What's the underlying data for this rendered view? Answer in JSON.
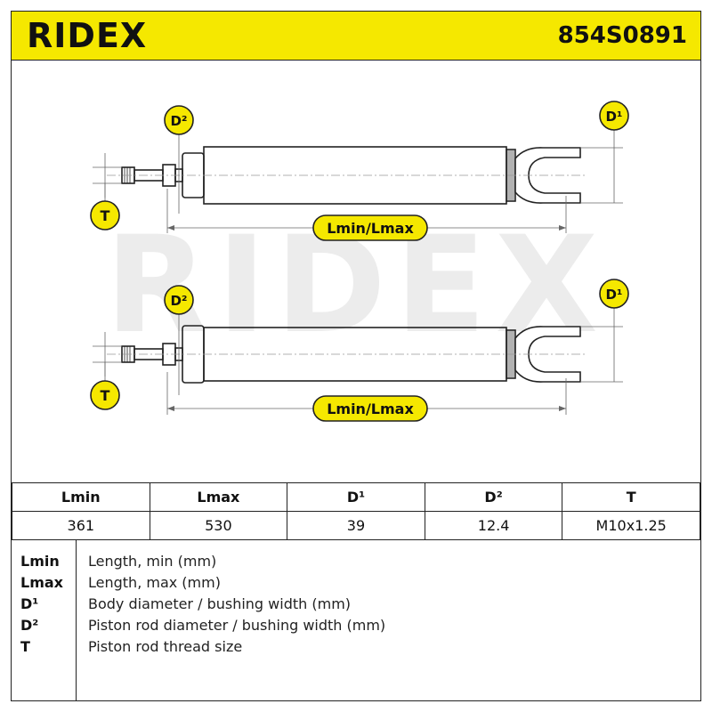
{
  "header": {
    "brand": "RIDEX",
    "part_number": "854S0891"
  },
  "diagram": {
    "watermark": "RIDEX",
    "labels": {
      "d1": "D¹",
      "d2": "D²",
      "t": "T",
      "length": "Lmin/Lmax"
    }
  },
  "specs": {
    "headers": [
      "Lmin",
      "Lmax",
      "D¹",
      "D²",
      "T"
    ],
    "values": [
      "361",
      "530",
      "39",
      "12.4",
      "M10x1.25"
    ]
  },
  "legend": [
    {
      "key": "Lmin",
      "desc": "Length, min (mm)"
    },
    {
      "key": "Lmax",
      "desc": "Length, max (mm)"
    },
    {
      "key": "D¹",
      "desc": "Body diameter / bushing width (mm)"
    },
    {
      "key": "D²",
      "desc": "Piston rod diameter / bushing width (mm)"
    },
    {
      "key": "T",
      "desc": "Piston rod thread size"
    }
  ],
  "colors": {
    "accent": "#f5e800",
    "line": "#222222",
    "watermark": "#ececec"
  }
}
